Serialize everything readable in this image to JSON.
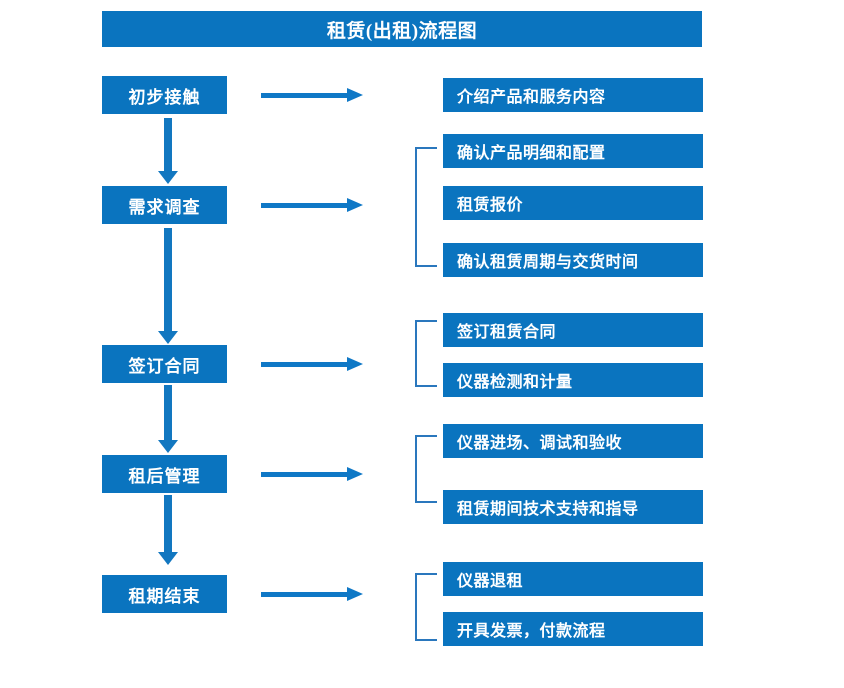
{
  "diagram": {
    "title": "租赁(出租)流程图",
    "colors": {
      "box_blue": "#0a74bf",
      "arrow_blue": "#0f78c6",
      "vertical_arrow_blue": "#1277c0",
      "bracket_blue": "#2a77bd",
      "text_white": "#ffffff",
      "background": "#ffffff"
    },
    "stages": [
      {
        "id": "stage-1",
        "label": "初步接触",
        "details": [
          {
            "id": "detail-1-1",
            "label": "介绍产品和服务内容"
          }
        ],
        "has_bracket": false
      },
      {
        "id": "stage-2",
        "label": "需求调查",
        "details": [
          {
            "id": "detail-2-1",
            "label": "确认产品明细和配置"
          },
          {
            "id": "detail-2-2",
            "label": "租赁报价"
          },
          {
            "id": "detail-2-3",
            "label": "确认租赁周期与交货时间"
          }
        ],
        "has_bracket": true
      },
      {
        "id": "stage-3",
        "label": "签订合同",
        "details": [
          {
            "id": "detail-3-1",
            "label": "签订租赁合同"
          },
          {
            "id": "detail-3-2",
            "label": "仪器检测和计量"
          }
        ],
        "has_bracket": true
      },
      {
        "id": "stage-4",
        "label": "租后管理",
        "details": [
          {
            "id": "detail-4-1",
            "label": "仪器进场、调试和验收"
          },
          {
            "id": "detail-4-2",
            "label": "租赁期间技术支持和指导"
          }
        ],
        "has_bracket": true
      },
      {
        "id": "stage-5",
        "label": "租期结束",
        "details": [
          {
            "id": "detail-5-1",
            "label": "仪器退租"
          },
          {
            "id": "detail-5-2",
            "label": "开具发票，付款流程"
          }
        ],
        "has_bracket": true
      }
    ]
  }
}
